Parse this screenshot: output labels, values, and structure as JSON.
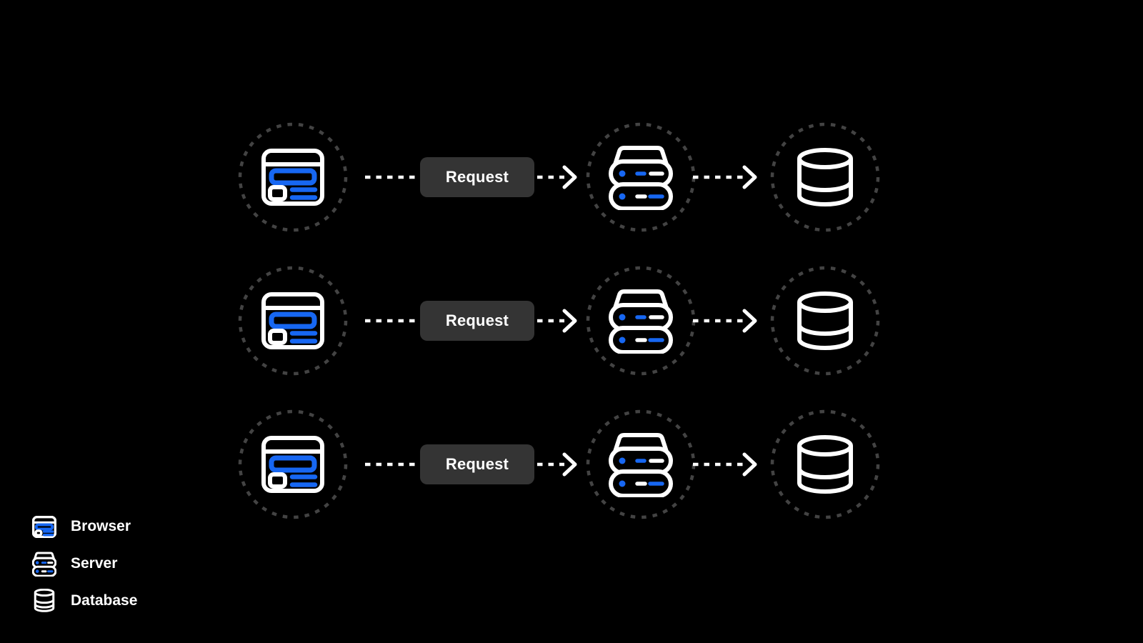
{
  "diagram": {
    "background": "#000000",
    "flows": [
      {
        "source": "browser",
        "label": "Request",
        "via": "server",
        "target": "database"
      },
      {
        "source": "browser",
        "label": "Request",
        "via": "server",
        "target": "database"
      },
      {
        "source": "browser",
        "label": "Request",
        "via": "server",
        "target": "database"
      }
    ]
  },
  "colors": {
    "accent_blue": "#1767f2",
    "icon_stroke": "#ffffff",
    "circle_dash": "#434343",
    "connector": "#ffffff",
    "request_bg": "#343434",
    "request_text": "#ffffff",
    "legend_text": "#ffffff"
  },
  "legend": {
    "items": [
      {
        "icon": "browser-icon",
        "label": "Browser"
      },
      {
        "icon": "server-icon",
        "label": "Server"
      },
      {
        "icon": "database-icon",
        "label": "Database"
      }
    ]
  }
}
